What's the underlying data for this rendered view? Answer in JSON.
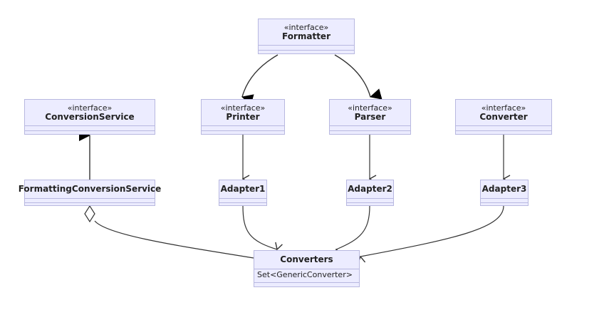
{
  "nodes": {
    "formatter": {
      "stereotype": "«interface»",
      "name": "Formatter"
    },
    "conversion_service": {
      "stereotype": "«interface»",
      "name": "ConversionService"
    },
    "printer": {
      "stereotype": "«interface»",
      "name": "Printer"
    },
    "parser": {
      "stereotype": "«interface»",
      "name": "Parser"
    },
    "converter": {
      "stereotype": "«interface»",
      "name": "Converter"
    },
    "formatting_conversion_service": {
      "name": "FormattingConversionService"
    },
    "adapter1": {
      "name": "Adapter1"
    },
    "adapter2": {
      "name": "Adapter2"
    },
    "adapter3": {
      "name": "Adapter3"
    },
    "converters": {
      "name": "Converters",
      "member": "Set<GenericConverter>"
    }
  },
  "relations": [
    {
      "from": "Formatter",
      "to": "Printer",
      "type": "inheritance"
    },
    {
      "from": "Formatter",
      "to": "Parser",
      "type": "inheritance"
    },
    {
      "from": "FormattingConversionService",
      "to": "ConversionService",
      "type": "inheritance"
    },
    {
      "from": "Printer",
      "to": "Adapter1",
      "type": "association"
    },
    {
      "from": "Parser",
      "to": "Adapter2",
      "type": "association"
    },
    {
      "from": "Converter",
      "to": "Adapter3",
      "type": "association"
    },
    {
      "from": "Adapter1",
      "to": "Converters",
      "type": "association"
    },
    {
      "from": "Adapter2",
      "to": "Converters",
      "type": "association"
    },
    {
      "from": "Adapter3",
      "to": "Converters",
      "type": "association"
    },
    {
      "from": "FormattingConversionService",
      "to": "Converters",
      "type": "aggregation"
    }
  ],
  "colors": {
    "node_fill": "#ececff",
    "node_border": "#b8b8e0",
    "edge": "#333333",
    "text": "#222222"
  }
}
